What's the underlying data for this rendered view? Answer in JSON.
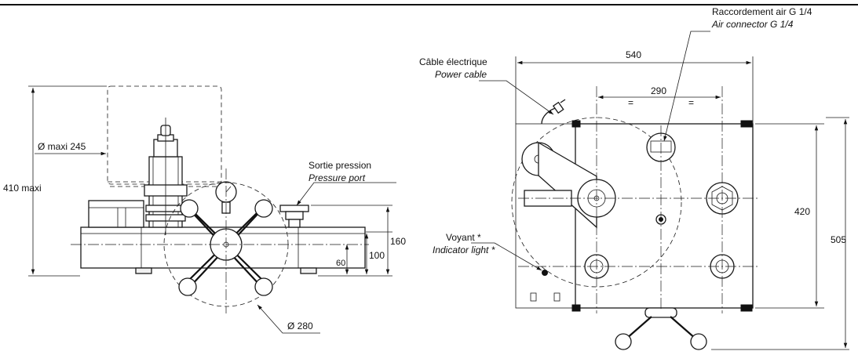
{
  "labels": {
    "left_dia_max": "Ø maxi 245",
    "left_height_max": "410 maxi",
    "left_pressure_fr": "Sortie pression",
    "left_pressure_en": "Pressure port",
    "left_dim_160": "160",
    "left_dim_100": "100",
    "left_dim_60": "60",
    "left_dia_280": "Ø 280",
    "right_cable_fr": "Câble électrique",
    "right_cable_en": "Power cable",
    "right_air_fr": "Raccordement air G 1/4",
    "right_air_en": "Air connector G 1/4",
    "right_dim_540": "540",
    "right_dim_290": "290",
    "right_equal_a": "=",
    "right_equal_b": "=",
    "right_dim_420": "420",
    "right_dim_505": "505",
    "right_light_fr": "Voyant *",
    "right_light_en": "Indicator light *"
  }
}
